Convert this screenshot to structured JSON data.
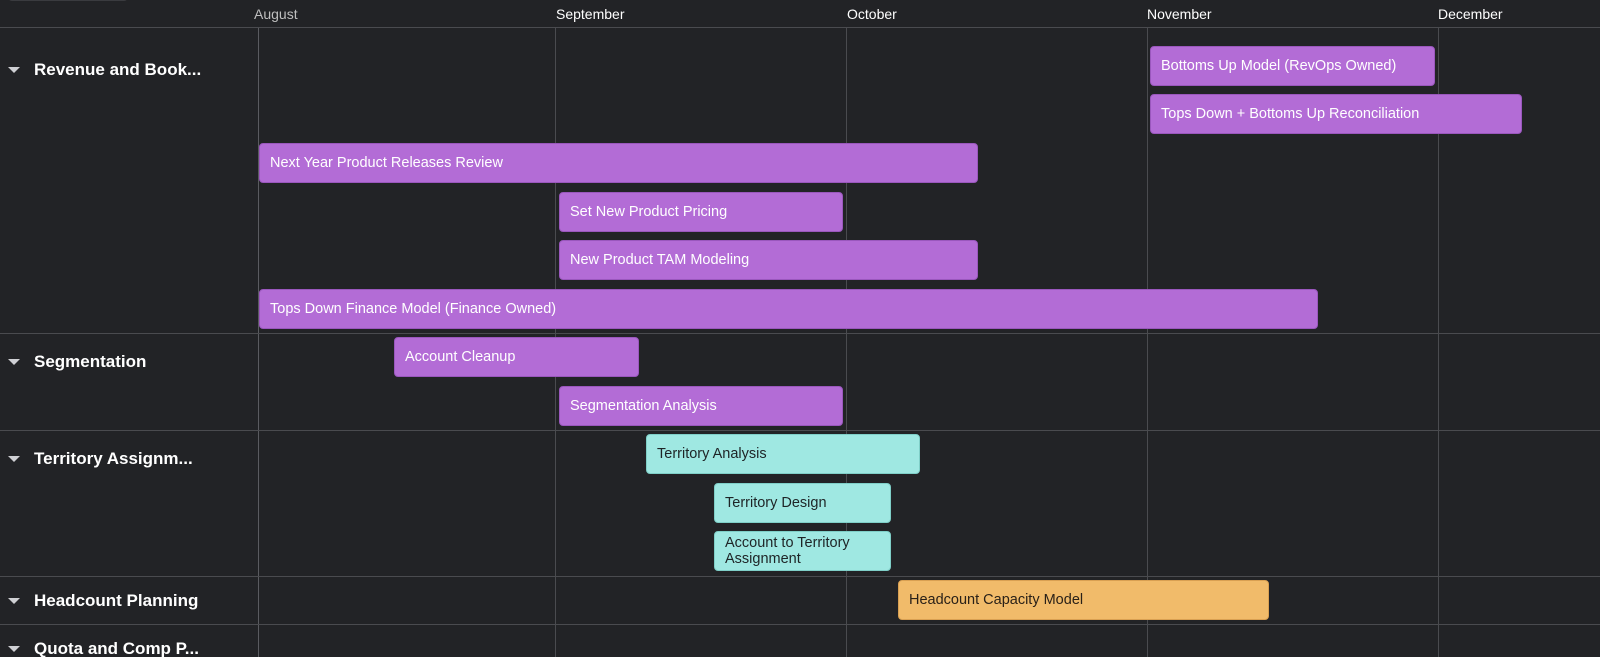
{
  "timeline": {
    "months": [
      "August",
      "September",
      "October",
      "November",
      "December"
    ]
  },
  "groups": [
    {
      "title": "Revenue and Book...",
      "expanded": true
    },
    {
      "title": "Segmentation",
      "expanded": true
    },
    {
      "title": "Territory Assignm...",
      "expanded": true
    },
    {
      "title": "Headcount Planning",
      "expanded": true
    },
    {
      "title": "Quota and Comp P...",
      "expanded": true
    }
  ],
  "tasks": [
    {
      "label": "Bottoms Up Model (RevOps Owned)",
      "group": "Revenue and Book...",
      "color": "#b36cd6"
    },
    {
      "label": "Tops Down + Bottoms Up Reconciliation",
      "group": "Revenue and Book...",
      "color": "#b36cd6"
    },
    {
      "label": "Next Year Product Releases Review",
      "group": "Revenue and Book...",
      "color": "#b36cd6"
    },
    {
      "label": "Set New Product Pricing",
      "group": "Revenue and Book...",
      "color": "#b36cd6"
    },
    {
      "label": "New Product TAM Modeling",
      "group": "Revenue and Book...",
      "color": "#b36cd6"
    },
    {
      "label": "Tops Down Finance Model (Finance Owned)",
      "group": "Revenue and Book...",
      "color": "#b36cd6"
    },
    {
      "label": "Account Cleanup",
      "group": "Segmentation",
      "color": "#b36cd6"
    },
    {
      "label": "Segmentation Analysis",
      "group": "Segmentation",
      "color": "#b36cd6"
    },
    {
      "label": "Territory Analysis",
      "group": "Territory Assignm...",
      "color": "#9fe8e2"
    },
    {
      "label": "Territory Design",
      "group": "Territory Assignm...",
      "color": "#9fe8e2"
    },
    {
      "label": "Account to Territory Assignment",
      "group": "Territory Assignm...",
      "color": "#9fe8e2"
    },
    {
      "label": "Headcount Capacity Model",
      "group": "Headcount Planning",
      "color": "#f1bb6a"
    }
  ],
  "colors": {
    "background": "#222326",
    "gridline": "#4a4b4f",
    "purple": "#b36cd6",
    "teal": "#9fe8e2",
    "orange": "#f1bb6a"
  }
}
